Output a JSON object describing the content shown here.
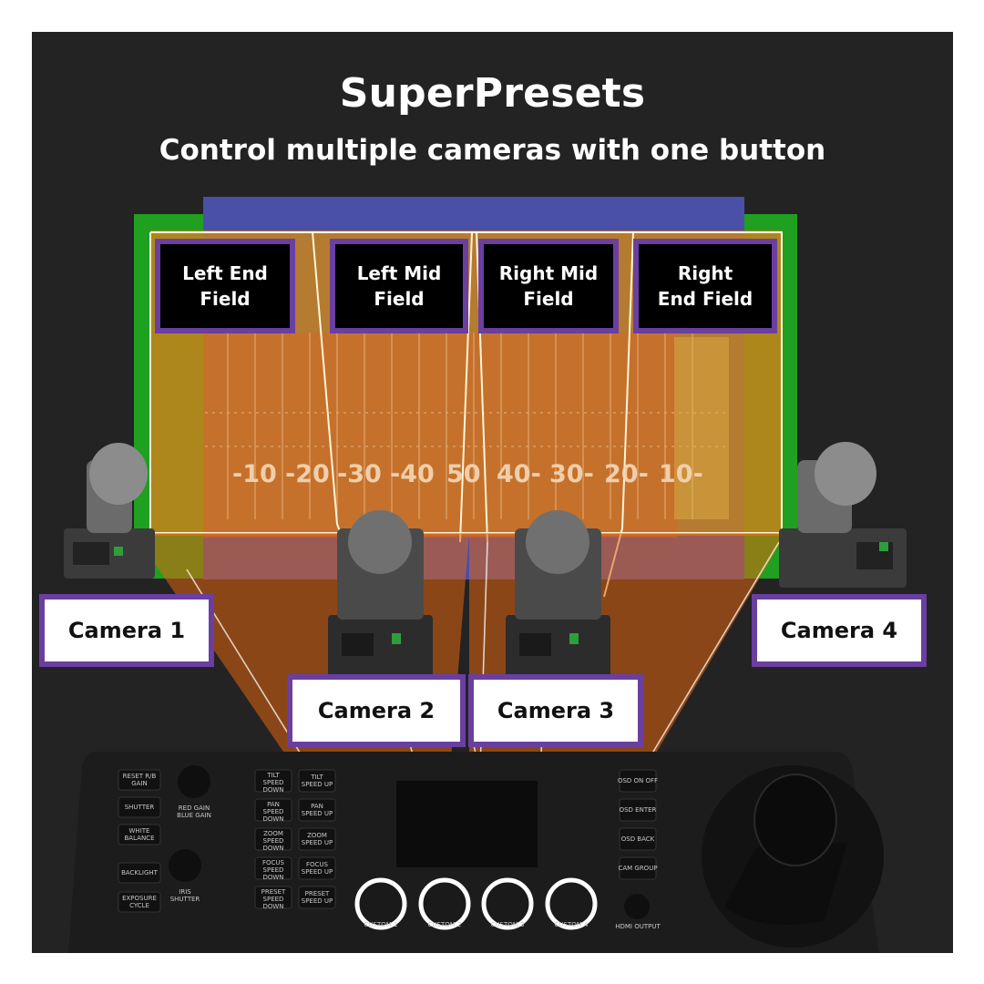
{
  "title": "SuperPresets",
  "subtitle": "Control multiple cameras with one button",
  "field_labels": [
    {
      "line1": "Left End",
      "line2": "Field"
    },
    {
      "line1": "Left Mid",
      "line2": "Field"
    },
    {
      "line1": "Right Mid",
      "line2": "Field"
    },
    {
      "line1": "Right",
      "line2": "End Field"
    }
  ],
  "yard_numbers": [
    "-10",
    "-20",
    "-30",
    "-40",
    "50",
    "40-",
    "30-",
    "20-",
    "10-"
  ],
  "camera_labels": [
    "Camera 1",
    "Camera 2",
    "Camera 3",
    "Camera 4"
  ],
  "colors": {
    "background": "#232323",
    "label_border": "#6a3fa0",
    "field_green": "#1fa020",
    "field_blue": "#4a4fa8",
    "beam_orange": "#e06410"
  },
  "controller": {
    "left_buttons": [
      "RESET R/B GAIN",
      "SHUTTER",
      "WHITE BALANCE",
      "BACKLIGHT",
      "EXPOSURE CYCLE"
    ],
    "mid_buttons": [
      "TILT SPEED DOWN",
      "PAN SPEED DOWN",
      "ZOOM SPEED DOWN",
      "FOCUS SPEED DOWN",
      "PRESET SPEED DOWN"
    ],
    "mid_buttons_2": [
      "TILT SPEED UP",
      "PAN SPEED UP",
      "ZOOM SPEED UP",
      "FOCUS SPEED UP",
      "PRESET SPEED UP"
    ],
    "right_buttons": [
      "OSD ON OFF",
      "OSD ENTER",
      "OSD BACK",
      "CAM GROUP",
      "HDMI OUTPUT"
    ],
    "knob_labels": [
      "RED GAIN BLUE GAIN",
      "IRIS SHUTTER"
    ],
    "custom_buttons": [
      "CUSTOM 1",
      "CUSTOM 2",
      "CUSTOM 3",
      "CUSTOM 4"
    ]
  }
}
